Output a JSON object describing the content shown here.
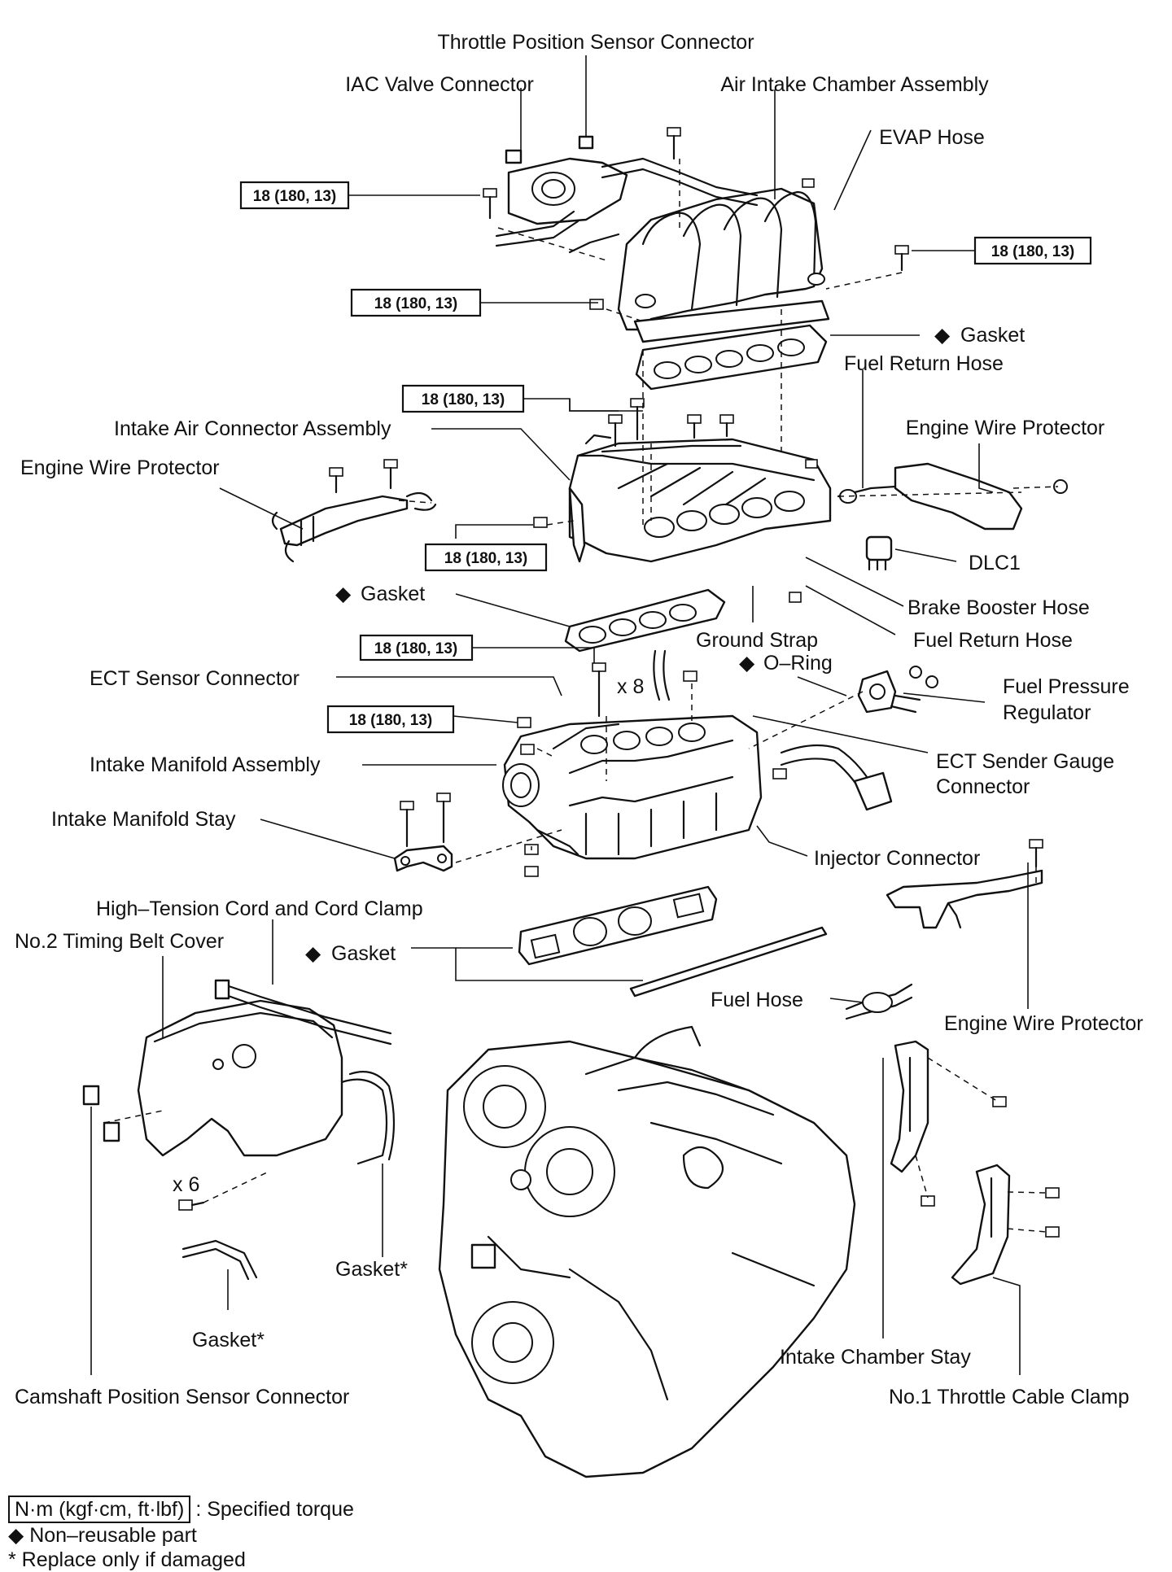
{
  "labels": {
    "throttle_position_sensor_connector": "Throttle Position Sensor Connector",
    "iac_valve_connector": "IAC Valve Connector",
    "air_intake_chamber_assembly": "Air Intake Chamber Assembly",
    "evap_hose": "EVAP Hose",
    "gasket_upper": "Gasket",
    "fuel_return_hose_upper": "Fuel Return Hose",
    "intake_air_connector_assembly": "Intake Air Connector Assembly",
    "engine_wire_protector_right": "Engine Wire Protector",
    "engine_wire_protector_left": "Engine Wire Protector",
    "dlc1": "DLC1",
    "gasket_mid": "Gasket",
    "brake_booster_hose": "Brake Booster Hose",
    "ground_strap": "Ground Strap",
    "fuel_return_hose_lower": "Fuel Return Hose",
    "o_ring": "O–Ring",
    "ect_sensor_connector": "ECT Sensor Connector",
    "x8": "x 8",
    "fuel_pressure_regulator_1": "Fuel Pressure",
    "fuel_pressure_regulator_2": "Regulator",
    "intake_manifold_assembly": "Intake Manifold Assembly",
    "ect_sender_gauge_connector_1": "ECT Sender Gauge",
    "ect_sender_gauge_connector_2": "Connector",
    "intake_manifold_stay": "Intake Manifold Stay",
    "injector_connector": "Injector Connector",
    "high_tension_cord": "High–Tension Cord and Cord Clamp",
    "no2_timing_belt_cover": "No.2 Timing Belt Cover",
    "gasket_lower": "Gasket",
    "fuel_hose": "Fuel Hose",
    "engine_wire_protector_lower": "Engine Wire Protector",
    "x6": "x 6",
    "gasket_star_right": "Gasket*",
    "gasket_star_left": "Gasket*",
    "camshaft_position_sensor_connector": "Camshaft Position Sensor Connector",
    "intake_chamber_stay": "Intake Chamber Stay",
    "no1_throttle_cable_clamp": "No.1 Throttle Cable Clamp"
  },
  "torque": {
    "t1": "18 (180, 13)",
    "t2": "18 (180, 13)",
    "t3": "18 (180, 13)",
    "t4": "18 (180, 13)",
    "t5": "18 (180, 13)",
    "t6": "18 (180, 13)",
    "t7": "18 (180, 13)"
  },
  "symbols": {
    "non_reusable": "◆"
  },
  "legend": {
    "torque_unit": "N·m (kgf·cm, ft·lbf)",
    "torque_desc": ": Specified torque",
    "non_reusable": "Non–reusable part",
    "replace_star": "* Replace only if damaged"
  }
}
